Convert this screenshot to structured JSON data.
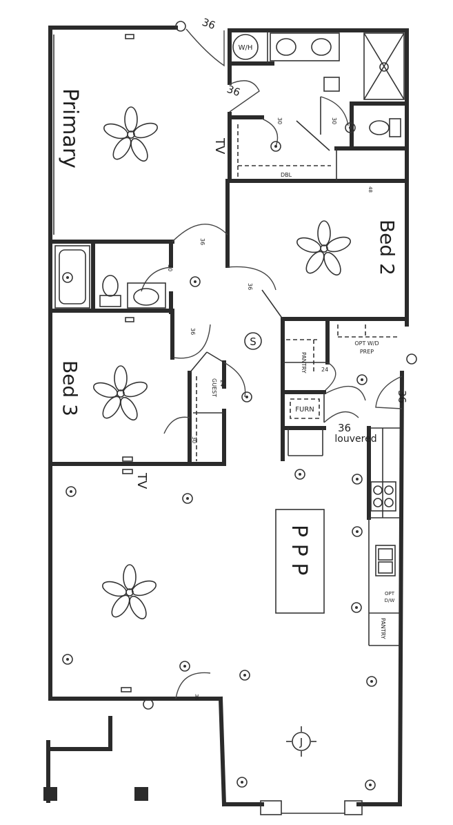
{
  "rooms": {
    "primary": "Primary",
    "bed2": "Bed 2",
    "bed3": "Bed 3"
  },
  "labels": {
    "wh": "W/H",
    "tv_primary": "TV",
    "tv_living": "TV",
    "dbl": "DBL",
    "pantry_upper": "PANTRY",
    "pantry_kitchen": "PANTRY",
    "opt_wd": "OPT W/D",
    "prep": "PREP",
    "furn": "FURN",
    "guest": "GUEST",
    "louvered": "louvered",
    "opt": "OPT",
    "dw": "D/W",
    "smoke": "S",
    "island": "P P P",
    "chandelier": "J"
  },
  "door_widths": {
    "d1": "36",
    "d2": "36",
    "d3": "30",
    "d4": "30",
    "d5": "48",
    "d6": "36",
    "d7": "30",
    "d8": "36",
    "d9": "36",
    "d10": "24",
    "d11": "24",
    "d12": "36",
    "d13": "36",
    "d14": "30",
    "d15": "36"
  }
}
